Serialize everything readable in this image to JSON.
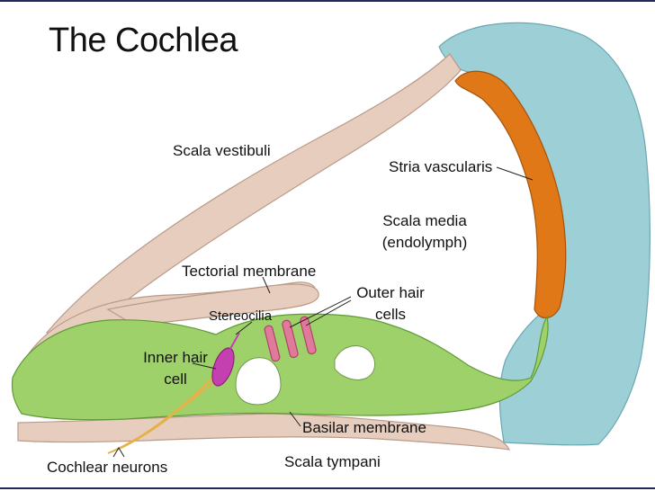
{
  "title": "The Cochlea",
  "labels": {
    "scala_vestibuli": "Scala vestibuli",
    "stria_vascularis": "Stria vascularis",
    "scala_media": "Scala media",
    "endolymph": "(endolymph)",
    "tectorial_membrane": "Tectorial membrane",
    "outer_hair_1": "Outer hair",
    "outer_hair_2": "cells",
    "stereocilia": "Stereocilia",
    "inner_hair_1": "Inner hair",
    "inner_hair_2": "cell",
    "basilar_membrane": "Basilar membrane",
    "scala_tympani": "Scala tympani",
    "cochlear_neurons": "Cochlear neurons"
  },
  "colors": {
    "bone": "#e7cdbd",
    "bone_edge": "#b99a88",
    "stria": "#e07818",
    "stria_edge": "#a5520c",
    "ligament": "#9ccfd6",
    "ligament_edge": "#6aa7b2",
    "organ": "#9fd16a",
    "organ_edge": "#5f9a3a",
    "hair_cell": "#c43fb0",
    "outer_hair_cell": "#e07a9a",
    "neuron": "#e3b34a"
  }
}
